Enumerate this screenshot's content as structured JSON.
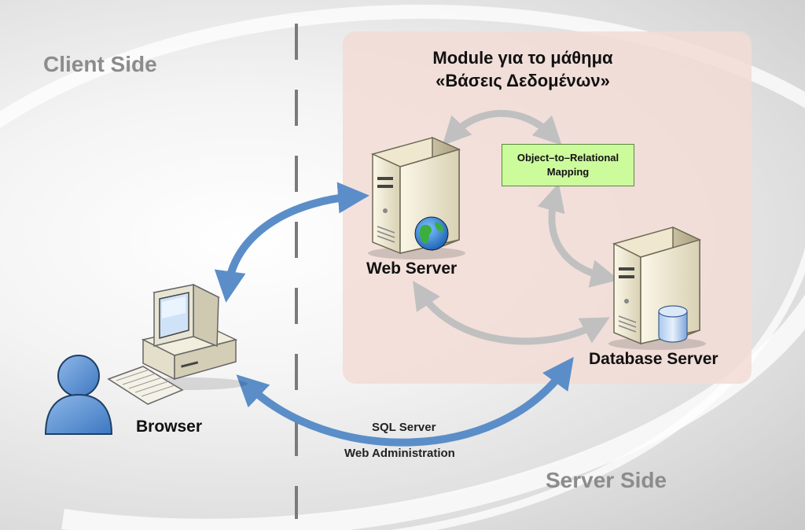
{
  "labels": {
    "client_side": "Client Side",
    "server_side": "Server Side"
  },
  "module_title": {
    "line1": "Module για το μάθημα",
    "line2": "«Βάσεις Δεδομένων»"
  },
  "nodes": {
    "web_server": "Web Server",
    "database_server": "Database Server",
    "browser": "Browser"
  },
  "orm": {
    "line1": "Object–to–Relational",
    "line2": "Mapping"
  },
  "connection_label": {
    "line1": "SQL Server",
    "line2": "Web Administration"
  },
  "colors": {
    "blue_arrow": "#5b8ec8",
    "gray_arrow": "#bdbdbd",
    "server_panel": "#f2dcd6",
    "orm_box": "#ccfb9c",
    "side_label": "#8c8c8c"
  }
}
